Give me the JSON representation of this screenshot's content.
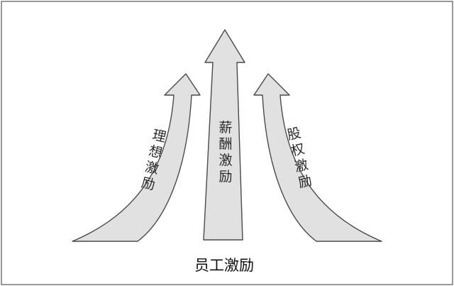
{
  "diagram": {
    "caption": "员工激励",
    "arrows": {
      "left": {
        "label_chars": [
          "理",
          "想",
          "激",
          "励"
        ]
      },
      "center": {
        "label_chars": [
          "薪",
          "酬",
          "激",
          "励"
        ]
      },
      "right": {
        "label_chars": [
          "股",
          "权",
          "激",
          "励"
        ]
      }
    }
  }
}
